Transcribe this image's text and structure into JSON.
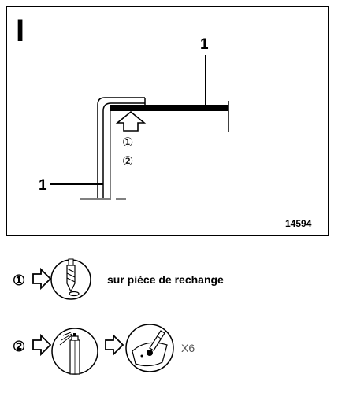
{
  "panel": {
    "roman_label": "I",
    "callout_top": "1",
    "callout_left": "1",
    "step_one": "①",
    "step_two": "②",
    "figure_number": "14594"
  },
  "legend": {
    "row_one": {
      "step": "①",
      "text": "sur pièce de rechange",
      "icon": "drill-bit-icon"
    },
    "row_two": {
      "step": "②",
      "multiplier": "X6",
      "icons": [
        "spray-can-icon",
        "applicator-brush-icon"
      ]
    }
  },
  "colors": {
    "ink": "#000000",
    "paper": "#ffffff",
    "multiplier_text": "#555555"
  }
}
